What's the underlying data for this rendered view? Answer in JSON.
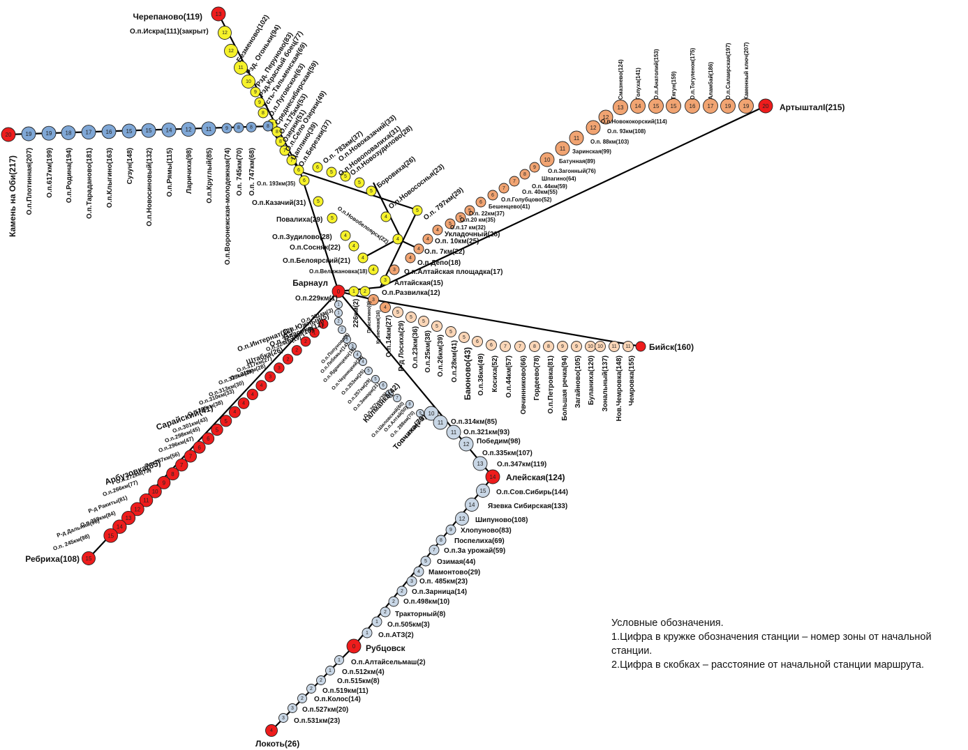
{
  "colors": {
    "yellow": "#f6f22a",
    "blue": "#7fa7d6",
    "orange_dark": "#f1a472",
    "orange_light": "#fbd6b7",
    "red": "#ee1c1c",
    "grey_blue": "#c9d7e6"
  },
  "legend": {
    "title": "Условные обозначения.",
    "line1": "1.Цифра в кружке обозначения станции – номер зоны от начальной станции.",
    "line2": "2.Цифра в скобках – расстояние от начальной станции маршрута."
  },
  "terminals": {
    "barnaul": "Барнаул",
    "cherepanovo": "Черепаново(119)",
    "kamen": "Камень на Оби(217)",
    "artyshta": "АртышталI(215)",
    "biysk": "Бийск(160)",
    "rebriha": "Ребриха(108)",
    "aleyskaya": "Алейская(124)",
    "rubtsovsk": "Рубцовск",
    "lokot": "Локоть(26)"
  },
  "stations": {
    "north": [
      {
        "zone": "12",
        "name": "О.п.Искра(111)(закрыт)"
      },
      {
        "zone": "12",
        "name": "Безменово(102)"
      },
      {
        "zone": "11",
        "name": "Рзд. Огоньки(94)"
      },
      {
        "zone": "10",
        "name": "Рзд. Перуново(83)"
      },
      {
        "zone": "9",
        "name": "Рзд.Красный боец(77)"
      },
      {
        "zone": "9",
        "name": "Усть-Тальменская(69)"
      },
      {
        "zone": "8",
        "name": "О.п.Луговское(63)"
      },
      {
        "zone": "8",
        "name": "Среднесибирская(59)"
      },
      {
        "zone": "8",
        "name": "О.п.175км(53)"
      },
      {
        "zone": "8",
        "name": "Озерки(51)"
      },
      {
        "zone": "7",
        "name": "О.п.Село Озерки(49)"
      },
      {
        "zone": "7",
        "name": "Цаплино(39)"
      },
      {
        "zone": "6",
        "name": "О.п.Березки(37)"
      },
      {
        "zone": "6",
        "name": "О.п. 193км(35)"
      },
      {
        "zone": "6",
        "name": "О.п. 783км(37)"
      },
      {
        "zone": "5",
        "name": "О.п.Казачий(31)"
      },
      {
        "zone": "5",
        "name": "Повалиха(29)"
      },
      {
        "zone": "4",
        "name": "О.п.Зудилово(28)"
      },
      {
        "zone": "4",
        "name": "О.п.Сосняк(22)"
      },
      {
        "zone": "4",
        "name": "О.п.Белоярский(21)"
      },
      {
        "zone": "4",
        "name": "О.п.Велижановка(18)"
      },
      {
        "zone": "3",
        "name": "Алтайская(15)"
      },
      {
        "zone": "2",
        "name": "О.п.Развилка(12)"
      },
      {
        "zone": "1",
        "name": "О.п.229км(1)"
      }
    ],
    "east_branch": [
      {
        "zone": "5",
        "name": "О.п.Новоказачий(33)"
      },
      {
        "zone": "5",
        "name": "О.п.Новоповалиха(31)"
      },
      {
        "zone": "5",
        "name": "О.п.Новозудилово(28)"
      },
      {
        "zone": "5",
        "name": "Боровиха(26)"
      },
      {
        "zone": "5",
        "name": "О.п.Новососнья(23)"
      },
      {
        "zone": "5",
        "name": "О.п. 797км(29)"
      },
      {
        "zone": "4",
        "name": "О.п.Новобелоярск(22)"
      }
    ],
    "west": [
      {
        "zone": "19",
        "name": "О.п.Плотинная(207)"
      },
      {
        "zone": "19",
        "name": "О.п.617км(199)"
      },
      {
        "zone": "18",
        "name": "О.п.Родина(194)"
      },
      {
        "zone": "17",
        "name": "О.п.Тараданово(181)"
      },
      {
        "zone": "16",
        "name": "О.п.Клыгино(163)"
      },
      {
        "zone": "15",
        "name": "Сузун(148)"
      },
      {
        "zone": "15",
        "name": "О.п.Новосиновый(132)"
      },
      {
        "zone": "14",
        "name": "О.п.Рямы(115)"
      },
      {
        "zone": "12",
        "name": "Ларичиха(98)"
      },
      {
        "zone": "11",
        "name": "О.п.Круглый(85)"
      },
      {
        "zone": "9",
        "name": "О.п.Воронежская-молодежная(74)"
      },
      {
        "zone": "8",
        "name": "О.п. 745км(70)"
      },
      {
        "zone": "8",
        "name": "О.п. 747км(68)"
      }
    ],
    "artyshta": [
      {
        "zone": "4",
        "name": "Укладочный(28)"
      },
      {
        "zone": "4",
        "name": "О.п. 10км(25)"
      },
      {
        "zone": "4",
        "name": "О.п. 7км(22)"
      },
      {
        "zone": "4",
        "name": "О.п.Депо(18)"
      },
      {
        "zone": "3",
        "name": "О.п.Алтайская площадка(17)"
      },
      {
        "zone": "5",
        "name": "О.п.17 км(32)"
      },
      {
        "zone": "5",
        "name": "О.п.20 км(35)"
      },
      {
        "zone": "5",
        "name": "О.п. 22км(37)"
      },
      {
        "zone": "6",
        "name": "Бешенцево(41)"
      },
      {
        "zone": "6",
        "name": "О.п.Голубцово(52)"
      },
      {
        "zone": "7",
        "name": "О.п. 40км(55)"
      },
      {
        "zone": "7",
        "name": "О.п. 44км(59)"
      },
      {
        "zone": "8",
        "name": "Шпагино(64)"
      },
      {
        "zone": "9",
        "name": "О.п.Загонный(76)"
      },
      {
        "zone": "10",
        "name": "Батунная(89)"
      },
      {
        "zone": "11",
        "name": "Заринская(99)"
      },
      {
        "zone": "11",
        "name": "О.п. 88км(103)"
      },
      {
        "zone": "12",
        "name": "О.п. 93км(108)"
      },
      {
        "zone": "13",
        "name": "О.п.Новококорский(114)"
      },
      {
        "zone": "13",
        "name": "Смазнево(124)"
      },
      {
        "zone": "14",
        "name": "Голуха(141)"
      },
      {
        "zone": "15",
        "name": "О.п.Анатолий(153)"
      },
      {
        "zone": "15",
        "name": "Тягун(159)"
      },
      {
        "zone": "16",
        "name": "О.п.Тогуленок(175)"
      },
      {
        "zone": "17",
        "name": "Аламбай(186)"
      },
      {
        "zone": "19",
        "name": "О.п.Салаирская(197)"
      },
      {
        "zone": "19",
        "name": "Каменный ключ(207)"
      }
    ],
    "biysk": [
      {
        "zone": "2",
        "name": "Присягино(8)"
      },
      {
        "zone": "3",
        "name": "Кузнечная(16)"
      },
      {
        "zone": "4",
        "name": "О.п.14км(27)"
      },
      {
        "zone": "4",
        "name": "Р-д Лосиха(29)"
      },
      {
        "zone": "5",
        "name": "О.п.23км(36)"
      },
      {
        "zone": "5",
        "name": "О.п.25км(38)"
      },
      {
        "zone": "5",
        "name": "О.п.26км(39)"
      },
      {
        "zone": "5",
        "name": "О.п.28км(41)"
      },
      {
        "zone": "6",
        "name": "Баюново(43)"
      },
      {
        "zone": "6",
        "name": "О.п.36км(49)"
      },
      {
        "zone": "6",
        "name": "Косиха(52)"
      },
      {
        "zone": "7",
        "name": "О.п.44км(57)"
      },
      {
        "zone": "7",
        "name": "Овчинниково(66)"
      },
      {
        "zone": "8",
        "name": "Гордеево(78)"
      },
      {
        "zone": "8",
        "name": "О.п.Петровка(81)"
      },
      {
        "zone": "9",
        "name": "Большая речка(94)"
      },
      {
        "zone": "9",
        "name": "Загайново(105)"
      },
      {
        "zone": "10",
        "name": "Буланиха(120)"
      },
      {
        "zone": "10",
        "name": "Зональный(137)"
      },
      {
        "zone": "11",
        "name": "Нов.Чемровка(148)"
      },
      {
        "zone": "11",
        "name": "Чемровка(155)"
      }
    ],
    "southwest": [
      {
        "zone": "1",
        "name": "О.п.231км(3)"
      },
      {
        "zone": "1",
        "name": "О.п.Южный(5)"
      },
      {
        "zone": "2",
        "name": "Власиха(12)"
      },
      {
        "zone": "2",
        "name": "О.п.325км(18)"
      },
      {
        "zone": "2",
        "name": "О.п.324км(19)"
      },
      {
        "zone": "3",
        "name": "О.п.Интернат(22)"
      },
      {
        "zone": "3",
        "name": "Штабка(26)"
      },
      {
        "zone": "4",
        "name": "О.п.317км(27)"
      },
      {
        "zone": "4",
        "name": "О.п.316км(28)"
      },
      {
        "zone": "4",
        "name": "О.п.315км(29)"
      },
      {
        "zone": "4",
        "name": "О.п.313км(30)"
      },
      {
        "zone": "5",
        "name": "О.п.310км(33)"
      },
      {
        "zone": "5",
        "name": "О.п.305км(38)"
      },
      {
        "zone": "6",
        "name": "Сарайский(41)"
      },
      {
        "zone": "6",
        "name": "О.п.301км(43)"
      },
      {
        "zone": "7",
        "name": "О.п.298км(45)"
      },
      {
        "zone": "7",
        "name": "О.п.296км(47)"
      },
      {
        "zone": "8",
        "name": "О.п.287км(56)"
      },
      {
        "zone": "9",
        "name": "Арбузовка(65)"
      },
      {
        "zone": "10",
        "name": "О.п.272км(72)"
      },
      {
        "zone": "11",
        "name": "О.п.266км(77)"
      },
      {
        "zone": "12",
        "name": "Р-д Ракиты(81)"
      },
      {
        "zone": "13",
        "name": "О.п.259км(84)"
      },
      {
        "zone": "14",
        "name": "Р-д Дальний(96)"
      },
      {
        "zone": "15",
        "name": "О.п. 245км(98)"
      }
    ],
    "south": [
      {
        "zone": "1",
        "name": "226км(2)"
      },
      {
        "zone": "1",
        "name": "О.п.Попуново(8)"
      },
      {
        "zone": "2",
        "name": "О.п.Лебяжье(14)"
      },
      {
        "zone": "2",
        "name": "О.п.Ядринцево(18)"
      },
      {
        "zone": "3",
        "name": "О.п.Черницкий(23)"
      },
      {
        "zone": "3",
        "name": "О.п.253км(25)"
      },
      {
        "zone": "4",
        "name": "О.п.257км(29)"
      },
      {
        "zone": "4",
        "name": "О.п.Зимари(31)"
      },
      {
        "zone": "5",
        "name": "О.п.267км(39)"
      },
      {
        "zone": "5",
        "name": "Калманка(42)"
      },
      {
        "zone": "6",
        "name": "О.п.Алтай(50)"
      },
      {
        "zone": "6",
        "name": "О.п.Шиловский(60)"
      },
      {
        "zone": "7",
        "name": "О.п. 288км(70)"
      },
      {
        "zone": "8",
        "name": "О.п. 296км(68)"
      },
      {
        "zone": "9",
        "name": "Топчиха(79)"
      },
      {
        "zone": "10",
        "name": "О.п.314км(85)"
      },
      {
        "zone": "11",
        "name": "О.п.321км(93)"
      },
      {
        "zone": "11",
        "name": "Победим(98)"
      },
      {
        "zone": "12",
        "name": "О.п.335км(107)"
      },
      {
        "zone": "13",
        "name": "О.п.347км(119)"
      }
    ],
    "rubtsovsk": [
      {
        "zone": "15",
        "name": "О.п.Сов.Сибирь(144)"
      },
      {
        "zone": "14",
        "name": "Язевка Сибирская(133)"
      },
      {
        "zone": "12",
        "name": "Шипуново(108)"
      },
      {
        "zone": "9",
        "name": "Хлопуново(83)"
      },
      {
        "zone": "8",
        "name": "Поспелиха(69)"
      },
      {
        "zone": "7",
        "name": "О.п.За урожай(59)"
      },
      {
        "zone": "5",
        "name": "Озимая(44)"
      },
      {
        "zone": "4",
        "name": "Мамонтово(29)"
      },
      {
        "zone": "3",
        "name": "О.п. 485км(23)"
      },
      {
        "zone": "2",
        "name": "О.п.Зарница(14)"
      },
      {
        "zone": "2",
        "name": "О.п.498км(10)"
      },
      {
        "zone": "2",
        "name": "Тракторный(8)"
      },
      {
        "zone": "1",
        "name": "О.п.505км(3)"
      },
      {
        "zone": "1",
        "name": "О.п.АТЗ(2)"
      }
    ],
    "lokot": [
      {
        "zone": "1",
        "name": "О.п.Алтайсельмаш(2)"
      },
      {
        "zone": "1",
        "name": "О.п.512км(4)"
      },
      {
        "zone": "2",
        "name": "О.п.515км(8)"
      },
      {
        "zone": "2",
        "name": "О.п.519км(11)"
      },
      {
        "zone": "2",
        "name": "О.п.Колос(14)"
      },
      {
        "zone": "3",
        "name": "О.п.527км(20)"
      },
      {
        "zone": "3",
        "name": "О.п.531км(23)"
      }
    ]
  }
}
